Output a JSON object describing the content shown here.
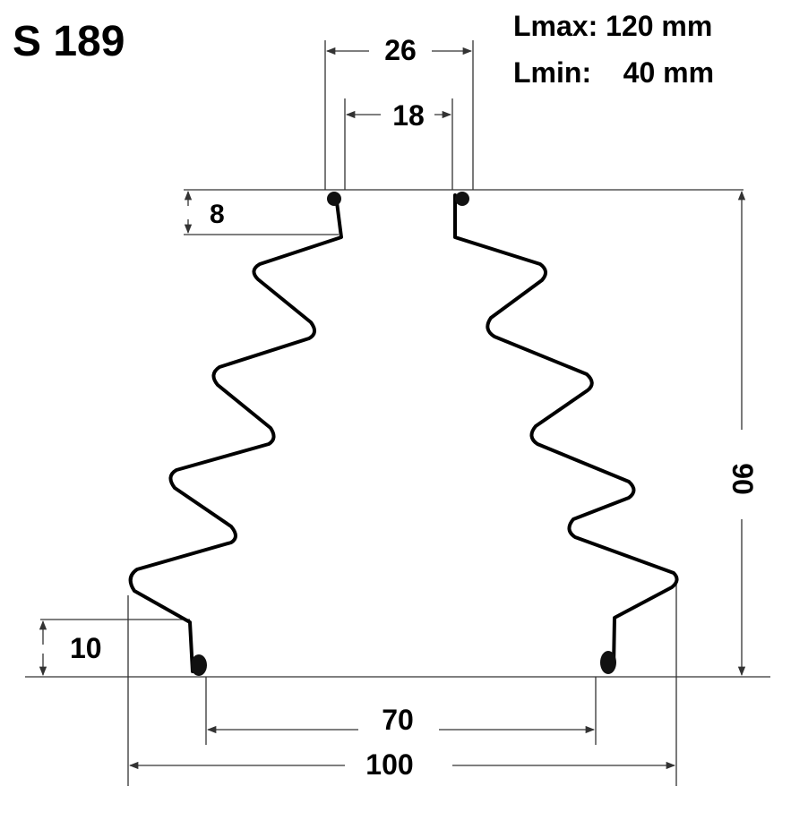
{
  "title": "S 189",
  "specs": {
    "lmax": "Lmax: 120 mm",
    "lmin": "Lmin:    40 mm"
  },
  "dimensions": {
    "top_outer": "26",
    "top_inner": "18",
    "top_collar": "8",
    "bottom_collar": "10",
    "height": "90",
    "bottom_inner": "70",
    "bottom_outer": "100"
  },
  "colors": {
    "ink": "#000000",
    "paper": "#ffffff"
  }
}
